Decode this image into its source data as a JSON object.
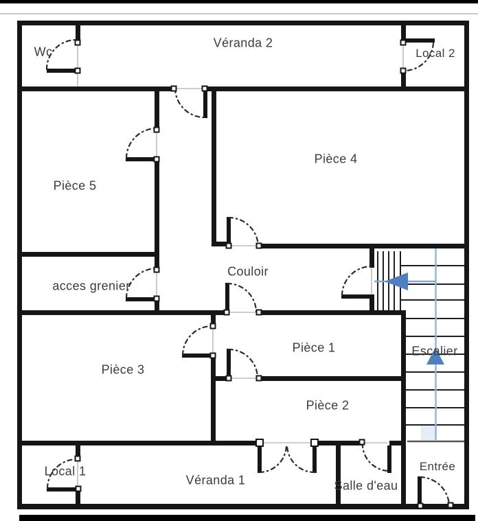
{
  "rooms": {
    "veranda2": {
      "label": "Véranda 2"
    },
    "wc": {
      "label": "Wc"
    },
    "local2": {
      "label": "Local 2"
    },
    "piece5": {
      "label": "Pièce 5"
    },
    "piece4": {
      "label": "Pièce 4"
    },
    "acces_grenier": {
      "label": "acces grenier"
    },
    "couloir": {
      "label": "Couloir"
    },
    "escalier": {
      "label": "Escalier"
    },
    "piece1": {
      "label": "Pièce 1"
    },
    "piece3": {
      "label": "Pièce 3"
    },
    "piece2": {
      "label": "Pièce 2"
    },
    "local1": {
      "label": "Local 1"
    },
    "veranda1": {
      "label": "Véranda 1"
    },
    "salle_deau": {
      "label": "Salle d'eau"
    },
    "entree": {
      "label": "Entrée"
    }
  },
  "colors": {
    "wall": "#161616",
    "door_arc": "#2b2b2b",
    "opening": "#bdbdbd",
    "stair_line": "#1f1f1f",
    "stair_line_light": "#555555",
    "arrow_line_v": "#93b5dd",
    "arrow_line_h": "#7fa6d3",
    "arrow_fill": "#4d7fc1",
    "stair_highlight": "#cfe0f2",
    "label": "#3b3b3b",
    "screen_line": "#c9c9c9",
    "bar": "#000000"
  }
}
